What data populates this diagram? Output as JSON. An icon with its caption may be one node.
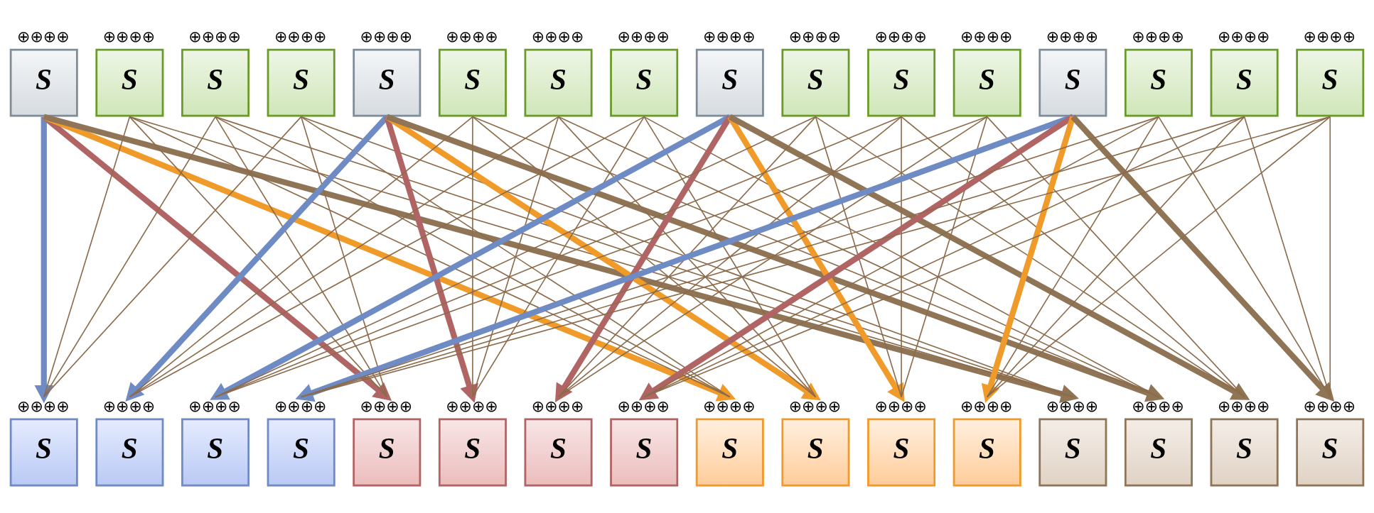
{
  "diagram": {
    "nodes": [
      {
        "text": [
          "S"
        ],
        "beside": [
          "⊕⊕⊕⊕"
        ]
      },
      {
        "text": [
          "S"
        ],
        "beside": [
          "⊕⊕⊕⊕"
        ]
      },
      {
        "text": [
          "S"
        ],
        "beside": [
          "⊕⊕⊕⊕"
        ]
      },
      {
        "text": [
          "S"
        ],
        "beside": [
          "⊕⊕⊕⊕"
        ]
      },
      {
        "text": [
          "S"
        ],
        "beside": [
          "⊕⊕⊕⊕"
        ]
      },
      {
        "text": [
          "S"
        ],
        "beside": [
          "⊕⊕⊕⊕"
        ]
      },
      {
        "text": [
          "S"
        ],
        "beside": [
          "⊕⊕⊕⊕"
        ]
      },
      {
        "text": [
          "S"
        ],
        "beside": [
          "⊕⊕⊕⊕"
        ]
      },
      {
        "text": [
          "S"
        ],
        "beside": [
          "⊕⊕⊕⊕"
        ]
      },
      {
        "text": [
          "S"
        ],
        "beside": [
          "⊕⊕⊕⊕"
        ]
      },
      {
        "text": [
          "S"
        ],
        "beside": [
          "⊕⊕⊕⊕"
        ]
      },
      {
        "text": [
          "S"
        ],
        "beside": [
          "⊕⊕⊕⊕"
        ]
      },
      {
        "text": [
          "S"
        ],
        "beside": [
          "⊕⊕⊕⊕"
        ]
      },
      {
        "text": [
          "S"
        ],
        "beside": [
          "⊕⊕⊕⊕"
        ]
      },
      {
        "text": [
          "S"
        ],
        "beside": [
          "⊕⊕⊕⊕"
        ]
      },
      {
        "text": [
          "S"
        ],
        "beside": [
          "⊕⊕⊕⊕"
        ]
      },
      {
        "text": [
          "S"
        ],
        "beside": [
          "⊕⊕⊕⊕"
        ]
      },
      {
        "text": [
          "S"
        ],
        "beside": [
          "⊕⊕⊕⊕"
        ]
      },
      {
        "text": [
          "S"
        ],
        "beside": [
          "⊕⊕⊕⊕"
        ]
      },
      {
        "text": [
          "S"
        ],
        "beside": [
          "⊕⊕⊕⊕"
        ]
      },
      {
        "text": [
          "S"
        ],
        "beside": [
          "⊕⊕⊕⊕"
        ]
      },
      {
        "text": [
          "S"
        ],
        "beside": [
          "⊕⊕⊕⊕"
        ]
      },
      {
        "text": [
          "S"
        ],
        "beside": [
          "⊕⊕⊕⊕"
        ]
      },
      {
        "text": [
          "S"
        ],
        "beside": [
          "⊕⊕⊕⊕"
        ]
      },
      {
        "text": [
          "S"
        ],
        "beside": [
          "⊕⊕⊕⊕"
        ]
      },
      {
        "text": [
          "S"
        ],
        "beside": [
          "⊕⊕⊕⊕"
        ]
      },
      {
        "text": [
          "S"
        ],
        "beside": [
          "⊕⊕⊕⊕"
        ]
      },
      {
        "text": [
          "S"
        ],
        "beside": [
          "⊕⊕⊕⊕"
        ]
      },
      {
        "text": [
          "S"
        ],
        "beside": [
          "⊕⊕⊕⊕"
        ]
      },
      {
        "text": [
          "S"
        ],
        "beside": [
          "⊕⊕⊕⊕"
        ]
      },
      {
        "text": [
          "S"
        ],
        "beside": [
          "⊕⊕⊕⊕"
        ]
      },
      {
        "text": [
          "S"
        ],
        "beside": [
          "⊕⊕⊕⊕"
        ]
      }
    ],
    "edges": [
      {
        "from": 0,
        "to": 16,
        "arrow": "to",
        "style": "thick",
        "color": "#6f8bc4"
      },
      {
        "from": 0,
        "to": 20,
        "arrow": "to",
        "style": "thick",
        "color": "#b06464"
      },
      {
        "from": 0,
        "to": 24,
        "arrow": "to",
        "style": "thick",
        "color": "#f09a2a"
      },
      {
        "from": 0,
        "to": 28,
        "arrow": "to",
        "style": "thick",
        "color": "#8f7456"
      },
      {
        "from": 1,
        "to": 16,
        "arrow": "none"
      },
      {
        "from": 1,
        "to": 20,
        "arrow": "none"
      },
      {
        "from": 1,
        "to": 24,
        "arrow": "none"
      },
      {
        "from": 1,
        "to": 28,
        "arrow": "none"
      },
      {
        "from": 2,
        "to": 16,
        "arrow": "none"
      },
      {
        "from": 2,
        "to": 20,
        "arrow": "none"
      },
      {
        "from": 2,
        "to": 24,
        "arrow": "none"
      },
      {
        "from": 2,
        "to": 28,
        "arrow": "none"
      },
      {
        "from": 3,
        "to": 16,
        "arrow": "none"
      },
      {
        "from": 3,
        "to": 20,
        "arrow": "none"
      },
      {
        "from": 3,
        "to": 24,
        "arrow": "none"
      },
      {
        "from": 3,
        "to": 28,
        "arrow": "none"
      },
      {
        "from": 4,
        "to": 17,
        "arrow": "to",
        "style": "thick",
        "color": "#6f8bc4"
      },
      {
        "from": 4,
        "to": 21,
        "arrow": "to",
        "style": "thick",
        "color": "#b06464"
      },
      {
        "from": 4,
        "to": 25,
        "arrow": "to",
        "style": "thick",
        "color": "#f09a2a"
      },
      {
        "from": 4,
        "to": 29,
        "arrow": "to",
        "style": "thick",
        "color": "#8f7456"
      },
      {
        "from": 5,
        "to": 17,
        "arrow": "none"
      },
      {
        "from": 5,
        "to": 21,
        "arrow": "none"
      },
      {
        "from": 5,
        "to": 25,
        "arrow": "none"
      },
      {
        "from": 5,
        "to": 29,
        "arrow": "none"
      },
      {
        "from": 6,
        "to": 17,
        "arrow": "none"
      },
      {
        "from": 6,
        "to": 21,
        "arrow": "none"
      },
      {
        "from": 6,
        "to": 25,
        "arrow": "none"
      },
      {
        "from": 6,
        "to": 29,
        "arrow": "none"
      },
      {
        "from": 7,
        "to": 17,
        "arrow": "none"
      },
      {
        "from": 7,
        "to": 21,
        "arrow": "none"
      },
      {
        "from": 7,
        "to": 25,
        "arrow": "none"
      },
      {
        "from": 7,
        "to": 29,
        "arrow": "none"
      },
      {
        "from": 8,
        "to": 18,
        "arrow": "to",
        "style": "thick",
        "color": "#6f8bc4"
      },
      {
        "from": 8,
        "to": 22,
        "arrow": "to",
        "style": "thick",
        "color": "#b06464"
      },
      {
        "from": 8,
        "to": 26,
        "arrow": "to",
        "style": "thick",
        "color": "#f09a2a"
      },
      {
        "from": 8,
        "to": 30,
        "arrow": "to",
        "style": "thick",
        "color": "#8f7456"
      },
      {
        "from": 9,
        "to": 18,
        "arrow": "none"
      },
      {
        "from": 9,
        "to": 22,
        "arrow": "none"
      },
      {
        "from": 9,
        "to": 26,
        "arrow": "none"
      },
      {
        "from": 9,
        "to": 30,
        "arrow": "none"
      },
      {
        "from": 10,
        "to": 18,
        "arrow": "none"
      },
      {
        "from": 10,
        "to": 22,
        "arrow": "none"
      },
      {
        "from": 10,
        "to": 26,
        "arrow": "none"
      },
      {
        "from": 10,
        "to": 30,
        "arrow": "none"
      },
      {
        "from": 11,
        "to": 18,
        "arrow": "none"
      },
      {
        "from": 11,
        "to": 22,
        "arrow": "none"
      },
      {
        "from": 11,
        "to": 26,
        "arrow": "none"
      },
      {
        "from": 11,
        "to": 30,
        "arrow": "none"
      },
      {
        "from": 12,
        "to": 19,
        "arrow": "to",
        "style": "thick",
        "color": "#6f8bc4"
      },
      {
        "from": 12,
        "to": 23,
        "arrow": "to",
        "style": "thick",
        "color": "#b06464"
      },
      {
        "from": 12,
        "to": 27,
        "arrow": "to",
        "style": "thick",
        "color": "#f09a2a"
      },
      {
        "from": 12,
        "to": 31,
        "arrow": "to",
        "style": "thick",
        "color": "#8f7456"
      },
      {
        "from": 13,
        "to": 19,
        "arrow": "none"
      },
      {
        "from": 13,
        "to": 23,
        "arrow": "none"
      },
      {
        "from": 13,
        "to": 27,
        "arrow": "none"
      },
      {
        "from": 13,
        "to": 31,
        "arrow": "none"
      },
      {
        "from": 14,
        "to": 19,
        "arrow": "none"
      },
      {
        "from": 14,
        "to": 23,
        "arrow": "none"
      },
      {
        "from": 14,
        "to": 27,
        "arrow": "none"
      },
      {
        "from": 14,
        "to": 31,
        "arrow": "none"
      },
      {
        "from": 15,
        "to": 19,
        "arrow": "none"
      },
      {
        "from": 15,
        "to": 23,
        "arrow": "none"
      },
      {
        "from": 15,
        "to": 27,
        "arrow": "none"
      },
      {
        "from": 15,
        "to": 31,
        "arrow": "none"
      }
    ]
  }
}
